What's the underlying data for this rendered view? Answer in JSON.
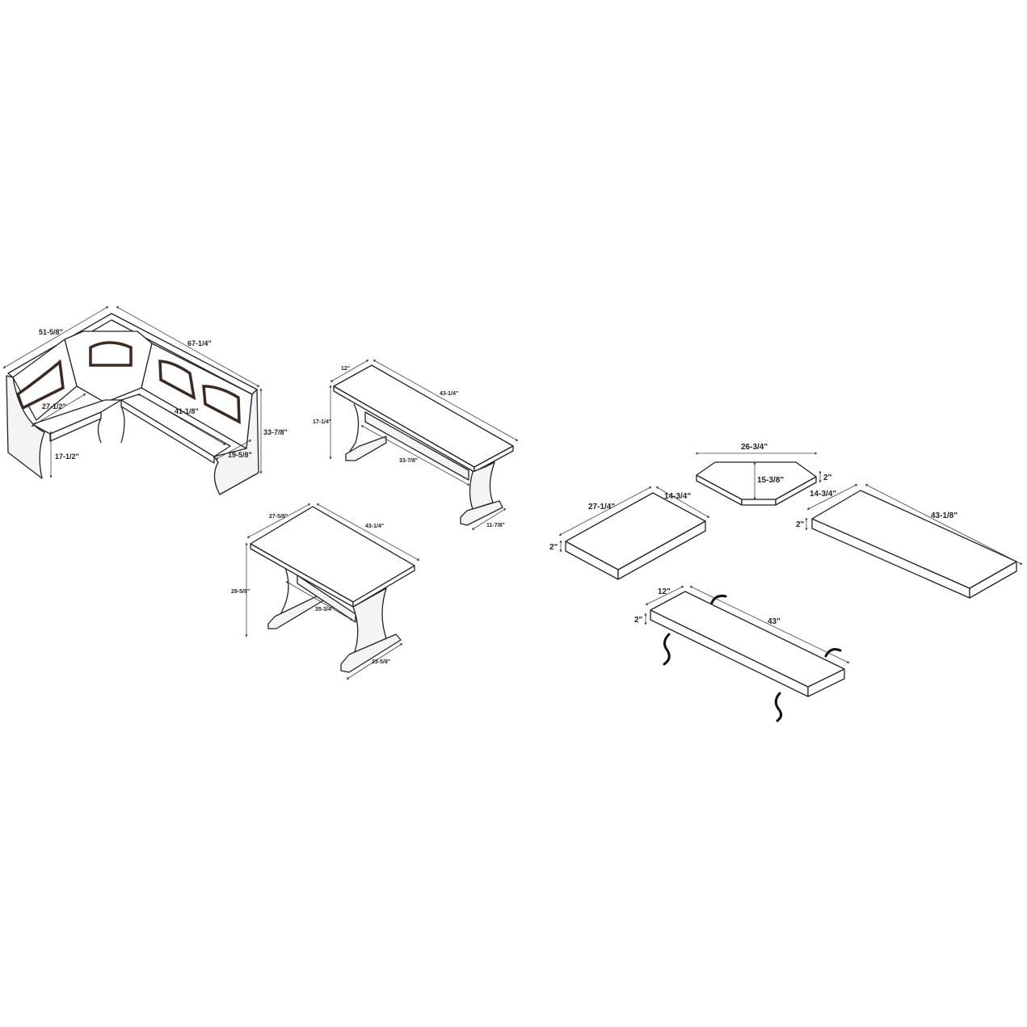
{
  "corner_bench": {
    "dims": {
      "left_length": "51-5/8\"",
      "right_length": "67-1/4\"",
      "left_seat": "27-1/2\"",
      "right_seat": "41-1/8\"",
      "height": "33-7/8\"",
      "seat_height": "17-1/2\"",
      "depth": "19-5/8\""
    },
    "panel_color": "#3a2a22"
  },
  "bench": {
    "dims": {
      "depth": "12\"",
      "length": "43-1/4\"",
      "height": "17-1/4\"",
      "stretcher": "33-7/8\"",
      "foot": "11-7/8\""
    }
  },
  "table": {
    "dims": {
      "depth": "27-5/8\"",
      "length": "43-1/4\"",
      "height": "29-5/8\"",
      "stretcher": "35-3/4\"",
      "foot": "23-5/8\""
    }
  },
  "cushions": {
    "corner": {
      "width": "26-3/4\"",
      "depth": "15-3/8\"",
      "thickness": "2\""
    },
    "left": {
      "length": "27-1/4\"",
      "depth": "14-3/4\"",
      "thickness": "2\""
    },
    "right": {
      "length": "43-1/8\"",
      "depth": "14-3/4\"",
      "thickness": "2\""
    },
    "bench": {
      "length": "43\"",
      "depth": "12\"",
      "thickness": "2\""
    }
  }
}
